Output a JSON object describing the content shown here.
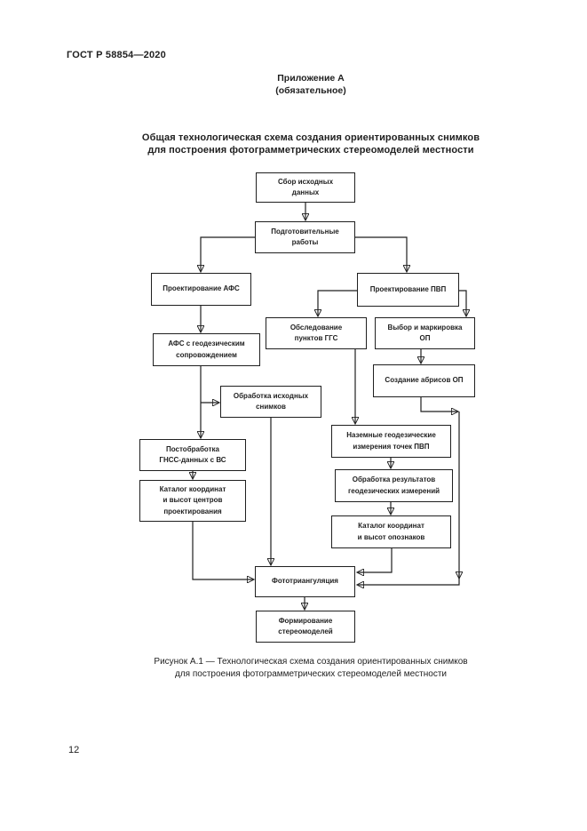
{
  "page": {
    "doc_number": "ГОСТ Р 58854—2020",
    "annex_heading": "Приложение А\n(обязательное)",
    "figure_title": "Общая технологическая схема создания ориентированных снимков\nдля построения фотограмметрических стереомоделей местности",
    "caption": "Рисунок А.1 — Технологическая схема создания ориентированных снимков\nдля построения фотограмметрических стереомоделей местности",
    "page_number": "12"
  },
  "colors": {
    "ink": "#1f1f1f",
    "page_background": "#ffffff",
    "node_fill": "#ffffff"
  },
  "diagram": {
    "nodes": {
      "sbor": {
        "label": "Сбор исходных\nданных"
      },
      "podgotovka": {
        "label": "Подготовительные\nработы"
      },
      "proj_afs": {
        "label": "Проектирование АФС"
      },
      "proj_pvp": {
        "label": "Проектирование ПВП"
      },
      "obsled_ggs": {
        "label": "Обследование\nпунктов ГГС"
      },
      "vybor_op": {
        "label": "Выбор и маркировка\nОП"
      },
      "afs_geo": {
        "label": "АФС с геодезическим\nсопровождением"
      },
      "sozdanie_op": {
        "label": "Создание абрисов ОП"
      },
      "obrabotka_snimkov": {
        "label": "Обработка исходных\nснимков"
      },
      "postobrabotka": {
        "label": "Постобработка\nГНСС-данных с ВС"
      },
      "katalog_centrov": {
        "label": "Каталог координат\nи высот центров\nпроектирования"
      },
      "nazemnye": {
        "label": "Наземные геодезические\nизмерения точек ПВП"
      },
      "obrabotka_rezultatov": {
        "label": "Обработка результатов\nгеодезических измерений"
      },
      "katalog_opoznakov": {
        "label": "Каталог координат\nи высот опознаков"
      },
      "fototriangulyaciya": {
        "label": "Фототриангуляция"
      },
      "formirovanie": {
        "label": "Формирование\nстереомоделей"
      }
    },
    "edges": [
      {
        "from": "sbor",
        "to": "podgotovka"
      },
      {
        "from": "podgotovka",
        "to": "proj_afs"
      },
      {
        "from": "podgotovka",
        "to": "proj_pvp"
      },
      {
        "from": "proj_afs",
        "to": "afs_geo"
      },
      {
        "from": "afs_geo",
        "to": "obrabotka_snimkov"
      },
      {
        "from": "afs_geo",
        "to": "postobrabotka"
      },
      {
        "from": "postobrabotka",
        "to": "katalog_centrov"
      },
      {
        "from": "katalog_centrov",
        "to": "fototriangulyaciya"
      },
      {
        "from": "obrabotka_snimkov",
        "to": "fototriangulyaciya"
      },
      {
        "from": "proj_pvp",
        "to": "obsled_ggs"
      },
      {
        "from": "proj_pvp",
        "to": "vybor_op"
      },
      {
        "from": "proj_pvp",
        "to": "fototriangulyaciya"
      },
      {
        "from": "obsled_ggs",
        "to": "nazemnye"
      },
      {
        "from": "vybor_op",
        "to": "sozdanie_op"
      },
      {
        "from": "sozdanie_op",
        "to": "fototriangulyaciya"
      },
      {
        "from": "nazemnye",
        "to": "obrabotka_rezultatov"
      },
      {
        "from": "obrabotka_rezultatov",
        "to": "katalog_opoznakov"
      },
      {
        "from": "katalog_opoznakov",
        "to": "fototriangulyaciya"
      },
      {
        "from": "fototriangulyaciya",
        "to": "formirovanie"
      }
    ]
  }
}
